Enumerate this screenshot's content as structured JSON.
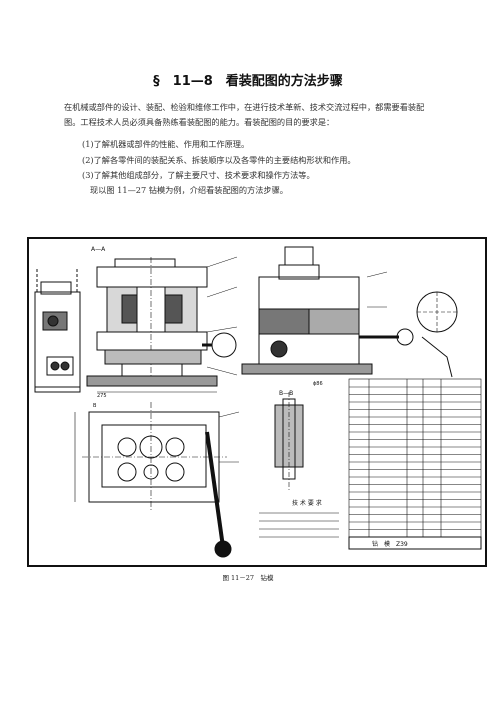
{
  "heading": "§　11—8　看装配图的方法步骤",
  "intro": "在机械或部件的设计、装配、检验和维修工作中，在进行技术革新、技术交流过程中，都需要看装配图。工程技术人员必须具备熟练看装配图的能力。看装配图的目的要求是：",
  "requirements": [
    "(1)了解机器或部件的性能、作用和工作原理。",
    "(2)了解各零件间的装配关系、拆装顺序以及各零件的主要结构形状和作用。",
    "(3)了解其他组成部分，了解主要尺寸、技术要求和操作方法等。"
  ],
  "example_text": "现以图 11—27 钻模为例，介绍看装配图的方法步骤。",
  "figure": {
    "caption": "图 11－27　钻模",
    "section_label": "A—A",
    "view_label": "B—B",
    "table_title": "钻　模　Z39",
    "notes_title": "技 术 要 求"
  }
}
